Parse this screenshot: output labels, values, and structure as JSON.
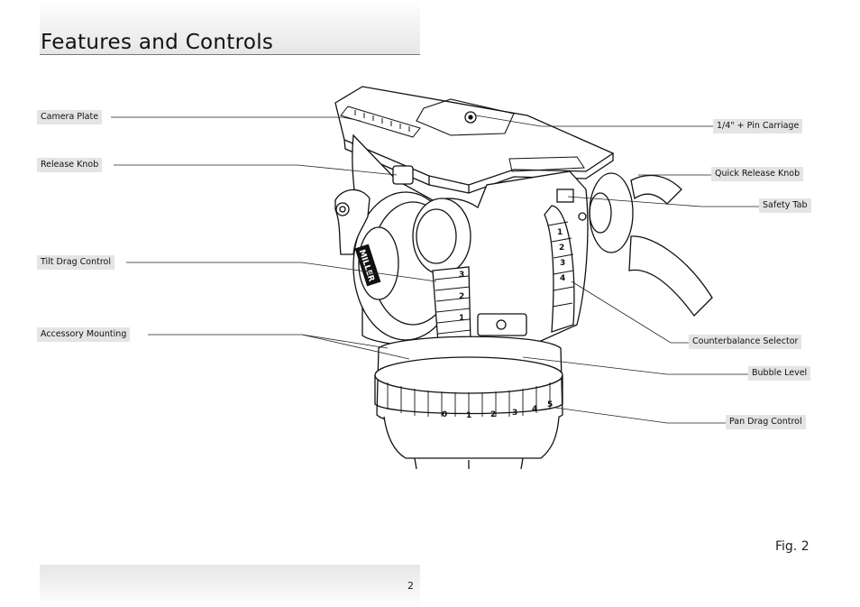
{
  "page": {
    "title": "Features and Controls",
    "figure_label": "Fig. 2",
    "page_number": "2"
  },
  "callouts": {
    "camera_plate": "Camera Plate",
    "release_knob": "Release Knob",
    "tilt_drag_control": "Tilt Drag Control",
    "accessory_mounting": "Accessory Mounting",
    "pin_carriage": "1/4\" + Pin Carriage",
    "quick_release_knob": "Quick Release Knob",
    "safety_tab": "Safety Tab",
    "counterbalance_selector": "Counterbalance Selector",
    "bubble_level": "Bubble Level",
    "pan_drag_control": "Pan Drag Control"
  },
  "drawing": {
    "brand_logo_text": "MILLER",
    "pan_scale": [
      "0",
      "1",
      "2",
      "3",
      "4",
      "5"
    ],
    "tilt_scale": [
      "3",
      "2",
      "1"
    ],
    "counterbalance_scale": [
      "1",
      "2",
      "3",
      "4"
    ]
  }
}
